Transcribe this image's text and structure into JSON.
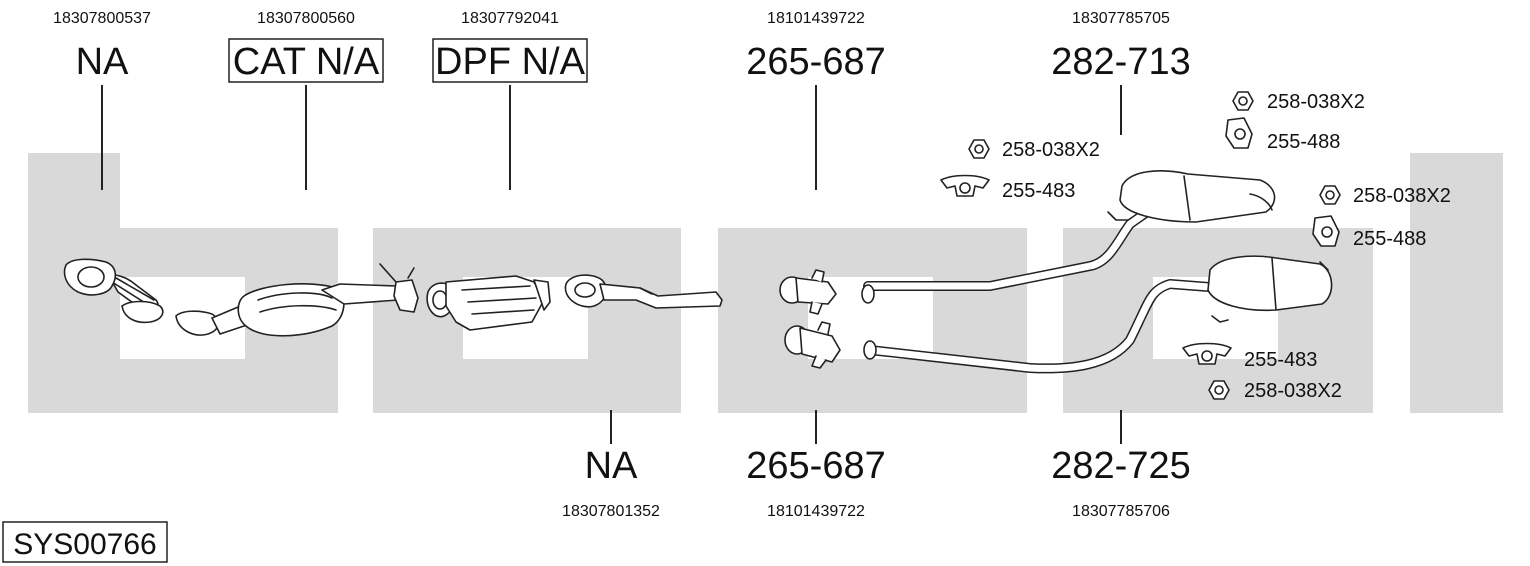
{
  "diagram_id": "SYS00766",
  "colors": {
    "background_band": "#d9d9d9",
    "line": "#222222",
    "part_fill": "#ffffff"
  },
  "top_parts": [
    {
      "oem": "18307800537",
      "code": "NA",
      "boxed": false
    },
    {
      "oem": "18307800560",
      "code": "CAT N/A",
      "boxed": true
    },
    {
      "oem": "18307792041",
      "code": "DPF N/A",
      "boxed": true
    },
    {
      "oem": "18101439722",
      "code": "265-687",
      "boxed": false
    },
    {
      "oem": "18307785705",
      "code": "282-713",
      "boxed": false
    }
  ],
  "bottom_parts": [
    {
      "oem": "18307801352",
      "code": "NA"
    },
    {
      "oem": "18101439722",
      "code": "265-687"
    },
    {
      "oem": "18307785706",
      "code": "282-725"
    }
  ],
  "fittings": [
    {
      "code": "258-038X2",
      "icon": "nut-icon"
    },
    {
      "code": "255-488",
      "icon": "bracket-icon"
    },
    {
      "code": "258-038X2",
      "icon": "nut-icon"
    },
    {
      "code": "255-483",
      "icon": "rubber-hanger-icon"
    },
    {
      "code": "258-038X2",
      "icon": "nut-icon"
    },
    {
      "code": "255-488",
      "icon": "bracket-icon"
    },
    {
      "code": "255-483",
      "icon": "rubber-hanger-icon"
    },
    {
      "code": "258-038X2",
      "icon": "nut-icon"
    }
  ]
}
